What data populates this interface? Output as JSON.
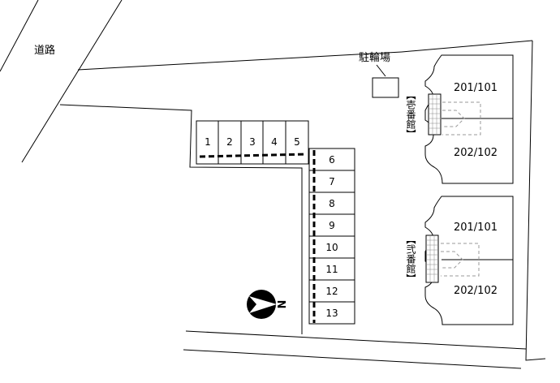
{
  "road_label": "道路",
  "bike_parking_label": "駐輪場",
  "compass_label": "N",
  "spaces_row": [
    "1",
    "2",
    "3",
    "4",
    "5"
  ],
  "spaces_col": [
    "6",
    "7",
    "8",
    "9",
    "10",
    "11",
    "12",
    "13"
  ],
  "buildings": [
    {
      "name": "【壱番館】",
      "upper_units": "201/101",
      "lower_units": "202/102"
    },
    {
      "name": "【弐番館】",
      "upper_units": "201/101",
      "lower_units": "202/102"
    }
  ]
}
